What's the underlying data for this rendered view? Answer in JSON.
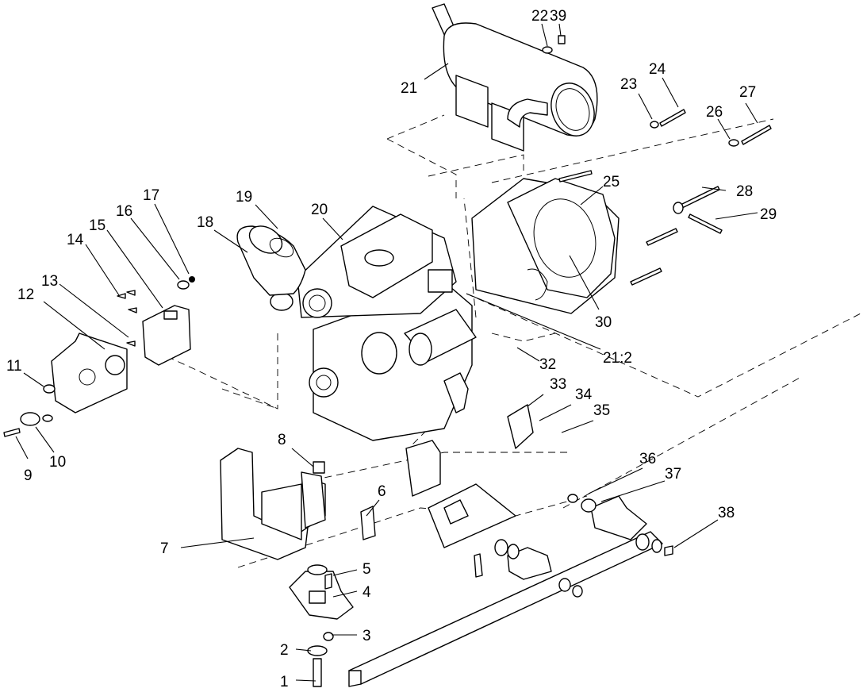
{
  "diagram": {
    "callouts": [
      "1",
      "2",
      "3",
      "4",
      "5",
      "6",
      "7",
      "8",
      "9",
      "10",
      "11",
      "12",
      "13",
      "14",
      "15",
      "16",
      "17",
      "18",
      "19",
      "20",
      "21",
      "21:2",
      "22",
      "23",
      "24",
      "25",
      "26",
      "27",
      "28",
      "29",
      "30",
      "32",
      "33",
      "34",
      "35",
      "36",
      "37",
      "38",
      "39"
    ]
  }
}
